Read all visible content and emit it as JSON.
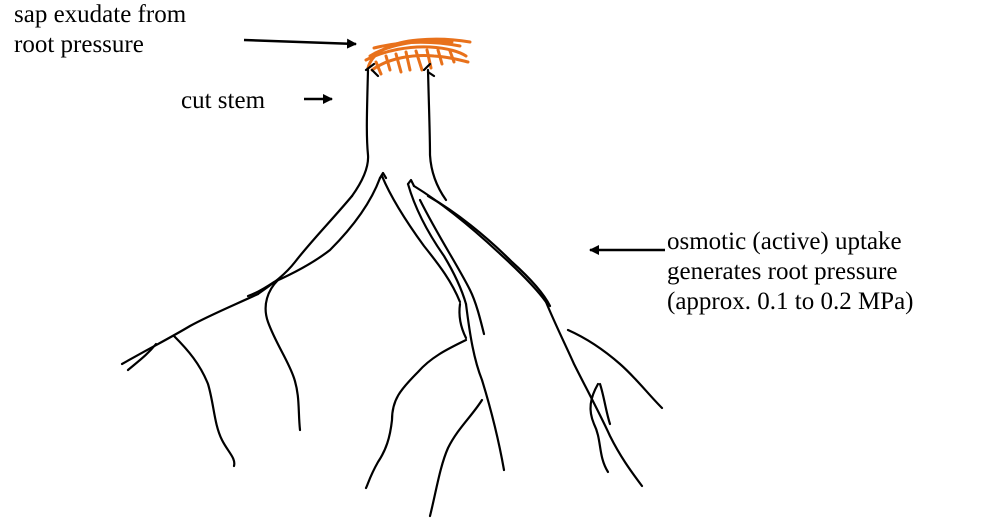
{
  "labels": {
    "sap_line1": "sap exudate from",
    "sap_line2": "root pressure",
    "cut_stem": "cut stem",
    "osm_line1": "osmotic (active) uptake",
    "osm_line2": "generates root pressure",
    "osm_line3": "(approx. 0.1 to 0.2 MPa)"
  },
  "colors": {
    "ink": "#000000",
    "sap": "#e8711b"
  }
}
